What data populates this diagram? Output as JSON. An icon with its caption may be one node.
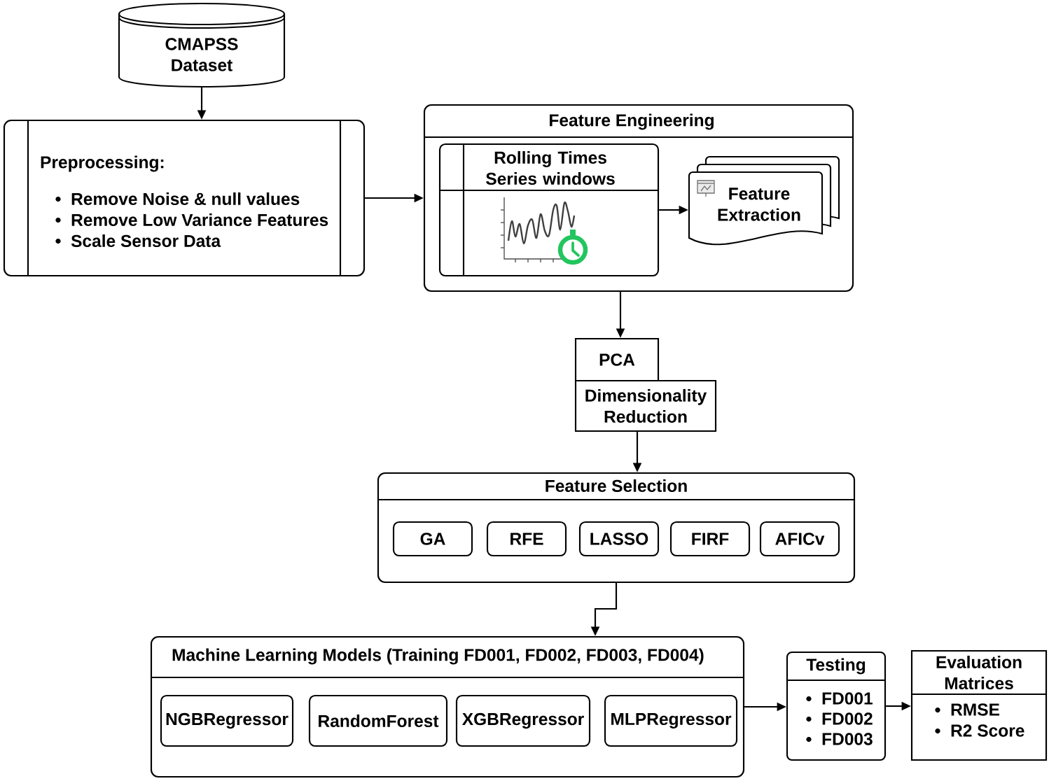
{
  "diagram": {
    "nodes": [
      {
        "text": [
          "CMAPSS Dataset"
        ]
      },
      {
        "text": [
          "Preprocessing:",
          "Remove Noise & null values",
          "Remove Low Variance Features",
          "Scale Sensor Data"
        ]
      },
      {
        "text": [
          "Feature Engineering"
        ]
      },
      {
        "text": [
          "Rolling Times Series windows"
        ],
        "in": 2
      },
      {
        "text": [
          "Feature Extraction"
        ],
        "in": 2
      },
      {
        "text": [
          "PCA",
          "Dimensionality Reduction"
        ]
      },
      {
        "text": [
          "Feature Selection"
        ]
      },
      {
        "text": [
          "GA"
        ],
        "in": 6
      },
      {
        "text": [
          "RFE"
        ],
        "in": 6
      },
      {
        "text": [
          "LASSO"
        ],
        "in": 6
      },
      {
        "text": [
          "FIRF"
        ],
        "in": 6
      },
      {
        "text": [
          "AFICv"
        ],
        "in": 6
      },
      {
        "text": [
          "Machine Learning Models (Training FD001, FD002, FD003, FD004)"
        ]
      },
      {
        "text": [
          "NGBRegressor"
        ],
        "in": 12
      },
      {
        "text": [
          "RandomForest"
        ],
        "in": 12
      },
      {
        "text": [
          "XGBRegressor"
        ],
        "in": 12
      },
      {
        "text": [
          "MLPRegressor"
        ],
        "in": 12
      },
      {
        "text": [
          "Testing",
          "FD001",
          "FD002",
          "FD003"
        ]
      },
      {
        "text": [
          "Evaluation Matrices",
          "RMSE",
          "R2 Score"
        ]
      }
    ],
    "edges": [
      {
        "from": 0,
        "to": 1,
        "arrow": "to"
      },
      {
        "from": 1,
        "to": 2,
        "arrow": "to"
      },
      {
        "from": 3,
        "to": 4,
        "arrow": "to"
      },
      {
        "from": 2,
        "to": 5,
        "arrow": "to"
      },
      {
        "from": 5,
        "to": 6,
        "arrow": "to"
      },
      {
        "from": 6,
        "to": 12,
        "arrow": "to"
      },
      {
        "from": 12,
        "to": 17,
        "arrow": "to"
      },
      {
        "from": 17,
        "to": 18,
        "arrow": "to"
      }
    ]
  }
}
